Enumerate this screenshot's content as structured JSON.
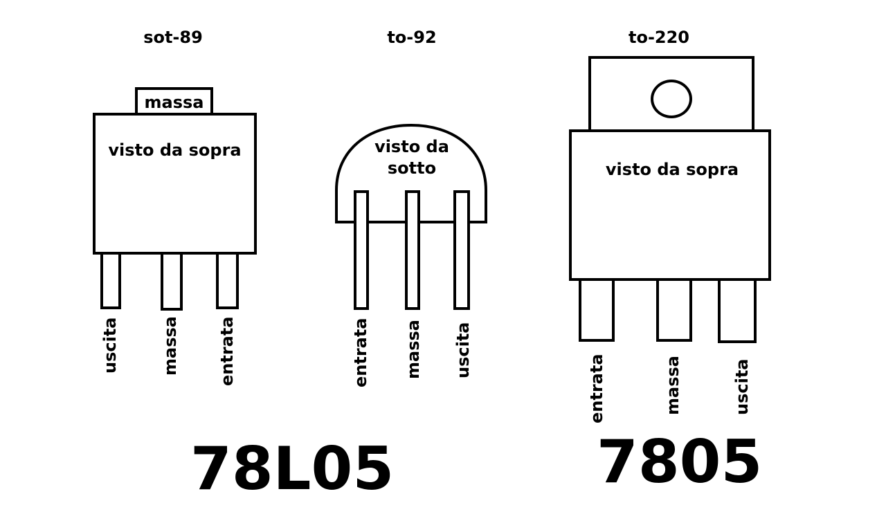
{
  "packages": [
    {
      "title": "sot-89",
      "tab_label": "massa",
      "view_label": "visto da sopra",
      "pins": [
        "uscita",
        "massa",
        "entrata"
      ]
    },
    {
      "title": "to-92",
      "view_label_line1": "visto da",
      "view_label_line2": "sotto",
      "pins": [
        "entrata",
        "massa",
        "uscita"
      ]
    },
    {
      "title": "to-220",
      "view_label": "visto da sopra",
      "pins": [
        "entrata",
        "massa",
        "uscita"
      ]
    }
  ],
  "part_numbers": [
    "78L05",
    "7805"
  ]
}
